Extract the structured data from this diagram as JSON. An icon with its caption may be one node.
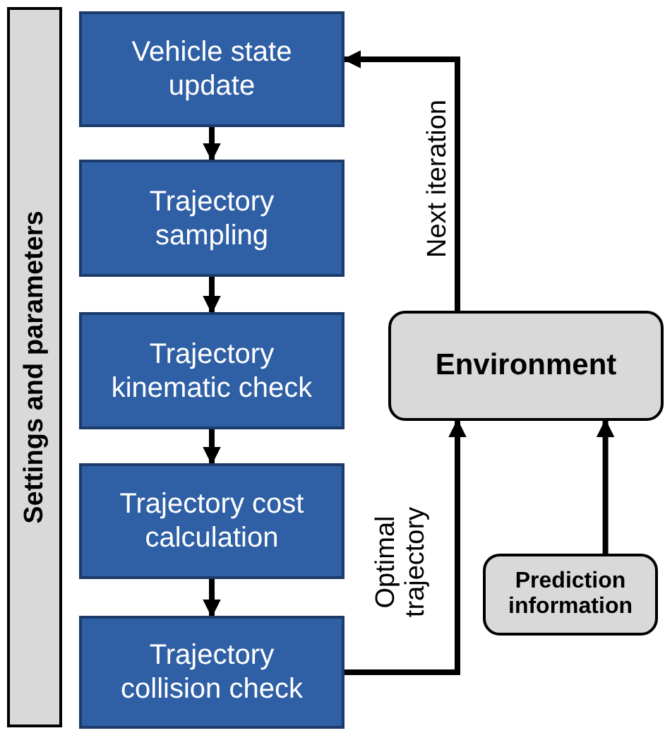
{
  "diagram": {
    "nodes": [
      {
        "text": [
          "Settings and parameters"
        ]
      },
      {
        "text": [
          "Vehicle state update"
        ]
      },
      {
        "text": [
          "Trajectory sampling"
        ]
      },
      {
        "text": [
          "Trajectory kinematic check"
        ]
      },
      {
        "text": [
          "Trajectory cost calculation"
        ]
      },
      {
        "text": [
          "Trajectory collision check"
        ]
      },
      {
        "text": [
          "Environment"
        ]
      },
      {
        "text": [
          "Prediction information"
        ]
      }
    ],
    "edges": [
      {
        "from": 1,
        "to": 2,
        "arrow": "to"
      },
      {
        "from": 2,
        "to": 3,
        "arrow": "to"
      },
      {
        "from": 3,
        "to": 4,
        "arrow": "to"
      },
      {
        "from": 4,
        "to": 5,
        "arrow": "to"
      },
      {
        "from": 5,
        "to": 6,
        "arrow": "to",
        "label": "Optimal trajectory"
      },
      {
        "from": 6,
        "to": 1,
        "arrow": "to",
        "label": "Next iteration"
      },
      {
        "from": 7,
        "to": 6,
        "arrow": "to"
      }
    ]
  }
}
